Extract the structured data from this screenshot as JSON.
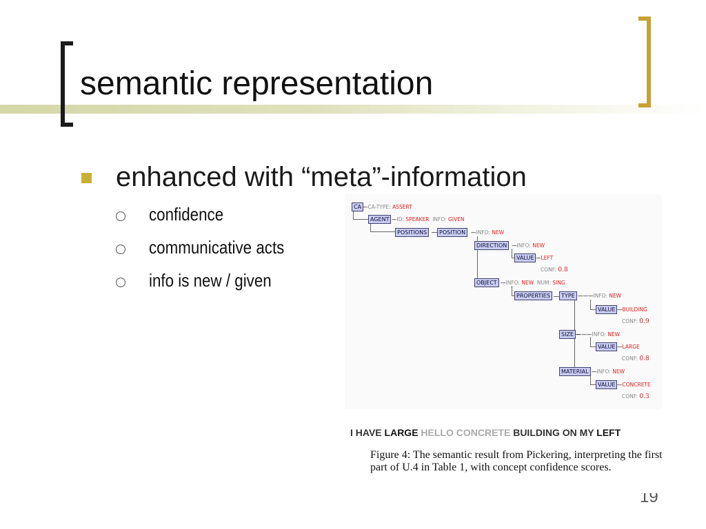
{
  "slide": {
    "title": "semantic representation",
    "bullet": "enhanced with “meta”-information",
    "sub_bullets": [
      "confidence",
      "communicative acts",
      "info is new / given"
    ],
    "slide_number": "19"
  },
  "figure": {
    "nodes": {
      "ca": "CA",
      "agent": "AGENT",
      "positions": "POSITIONS",
      "position": "POSITION",
      "direction": "DIRECTION",
      "value_dir": "VALUE",
      "object": "OBJECT",
      "properties": "PROPERTIES",
      "type": "TYPE",
      "value_type": "VALUE",
      "size": "SIZE",
      "value_size": "VALUE",
      "material": "MATERIAL",
      "value_material": "VALUE"
    },
    "keys": {
      "ca_type": "CA-TYPE:",
      "id": "ID:",
      "info": "INFO:",
      "num": "NUM:",
      "conf": "CONF:"
    },
    "values": {
      "assert": "ASSERT",
      "speaker": "SPEAKER",
      "given": "GIVEN",
      "new": "NEW",
      "left": "LEFT",
      "sing": "SING",
      "building": "BUILDING",
      "large": "LARGE",
      "concrete": "CONCRETE"
    },
    "confidences": {
      "direction": "0.8",
      "building": "0.9",
      "large": "0.8",
      "concrete": "0.3"
    },
    "utterance": [
      "I HAVE",
      "LARGE",
      "HELLO CONCRETE",
      "BUILDING ON MY",
      "LEFT"
    ],
    "caption": "Figure 4: The semantic result from Pickering, interpreting the first part of U.4 in Table 1, with concept confidence scores."
  },
  "colors": {
    "accent": "#c8b034",
    "right_bracket": "#c8a033",
    "node_fill": "#c9cdf0",
    "value_red": "#e02020"
  }
}
